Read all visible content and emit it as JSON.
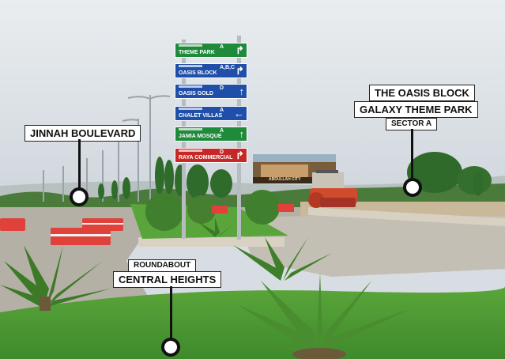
{
  "callouts": {
    "jinnah": "JINNAH BOULEVARD",
    "oasis_block": "THE OASIS BLOCK",
    "galaxy": "GALAXY THEME PARK",
    "sector": "SECTOR A",
    "roundabout": "ROUNDABOUT",
    "central": "CENTRAL HEIGHTS"
  },
  "signs": [
    {
      "text": "THEME PARK",
      "letter": "A",
      "color": "#1f8a3a",
      "arrow": "↱"
    },
    {
      "text": "OASIS BLOCK",
      "letter": "A,B,C",
      "color": "#1f4fa8",
      "arrow": "↱"
    },
    {
      "text": "OASIS GOLD",
      "letter": "D",
      "color": "#1f4fa8",
      "arrow": "↑"
    },
    {
      "text": "CHALET VILLAS",
      "letter": "A",
      "color": "#1f4fa8",
      "arrow": "←"
    },
    {
      "text": "JAMIA MOSQUE",
      "letter": "A",
      "color": "#1f8a3a",
      "arrow": "↑"
    },
    {
      "text": "RAYA COMMERCIAL",
      "letter": "D",
      "color": "#c62828",
      "arrow": "↱"
    }
  ],
  "billboard": "ABDULLAH CITY"
}
